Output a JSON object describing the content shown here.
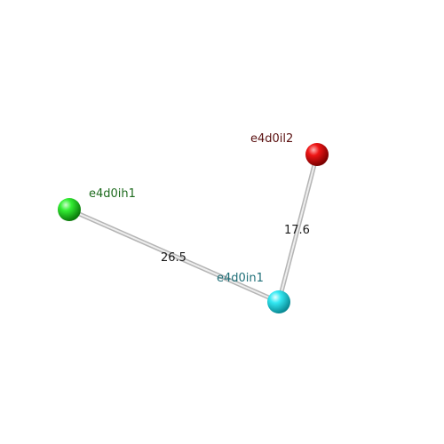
{
  "atoms": [
    {
      "id": "green",
      "label": "e4d0ih1",
      "color": "#22dd22",
      "label_color": "#1e6b1e"
    },
    {
      "id": "red",
      "label": "e4d0il2",
      "color": "#e01010",
      "label_color": "#5a1010"
    },
    {
      "id": "cyan",
      "label": "e4d0in1",
      "color": "#22e0ee",
      "label_color": "#1f6f78"
    }
  ],
  "bonds": [
    {
      "from": "green",
      "to": "cyan",
      "label": "26.5"
    },
    {
      "from": "red",
      "to": "cyan",
      "label": "17.6"
    }
  ]
}
